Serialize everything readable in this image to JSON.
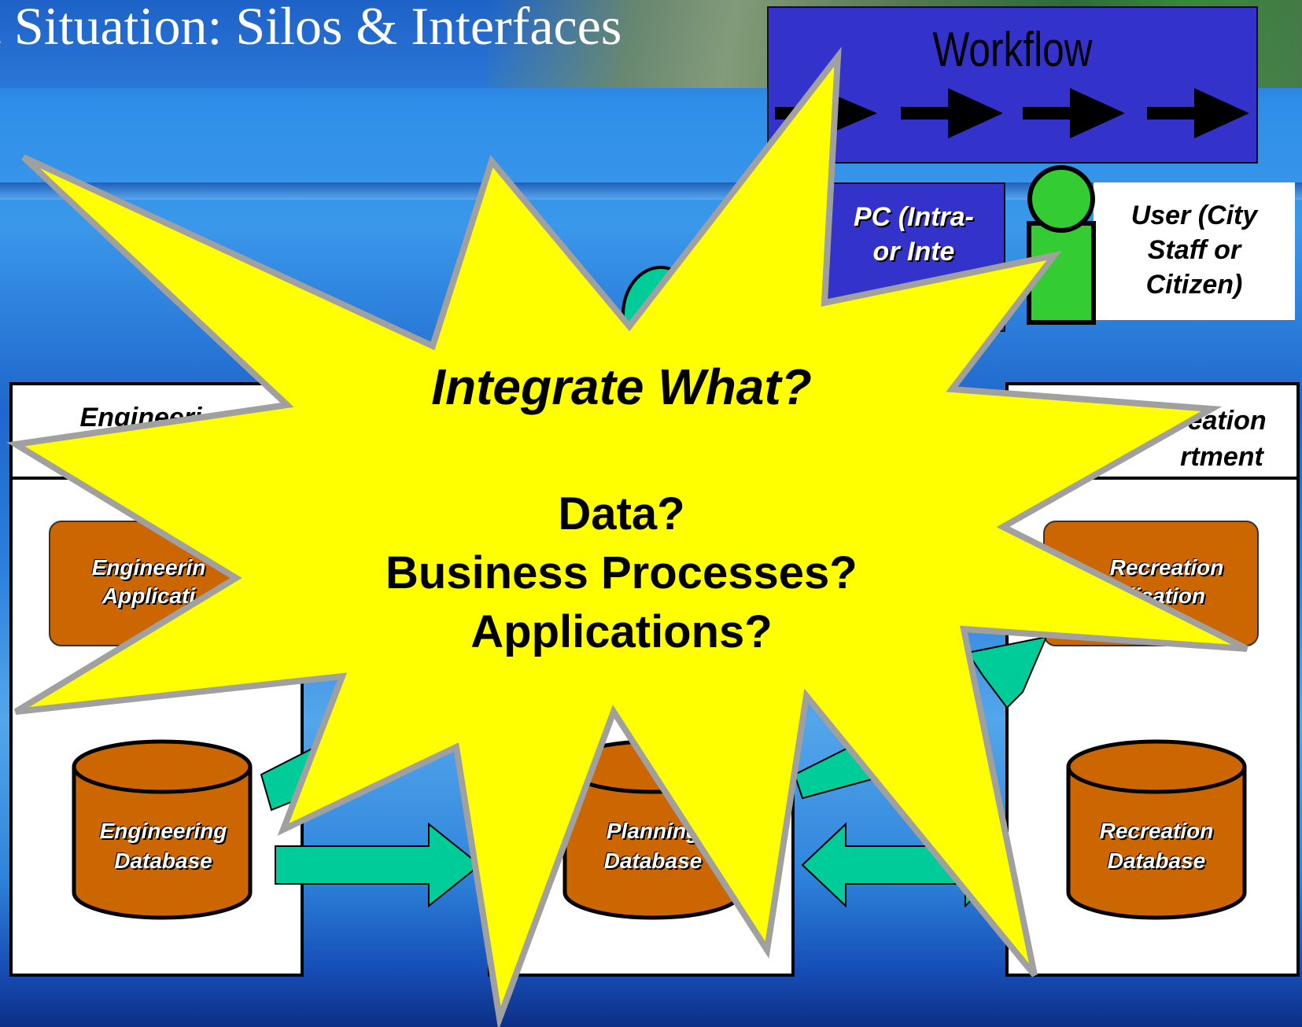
{
  "slide": {
    "title": "t Situation: Silos & Interfaces"
  },
  "workflow": {
    "label": "Workflow"
  },
  "pc": {
    "label": "PC (Intra- or Inte"
  },
  "user": {
    "label": "User (City Staff or Citizen)"
  },
  "departments": {
    "engineering": {
      "title": "Engineeri",
      "app_label": "Engineerin Applicati",
      "db_label": "Engineering Database"
    },
    "planning": {
      "db_label": "Planning Database"
    },
    "recreation": {
      "title": "reation rtment",
      "app_label": "Recreation lication",
      "db_label": "Recreation Database"
    }
  },
  "burst": {
    "heading": "Integrate What?",
    "line1": "Data?",
    "line2": "Business Processes?",
    "line3": "Applications?"
  },
  "colors": {
    "app_fill": "#cc6600",
    "db_fill": "#cc6600",
    "arrow_fill": "#00cc99",
    "burst_fill": "#ffff00",
    "workflow_fill": "#3333cc",
    "user_icon": "#33cc33"
  }
}
